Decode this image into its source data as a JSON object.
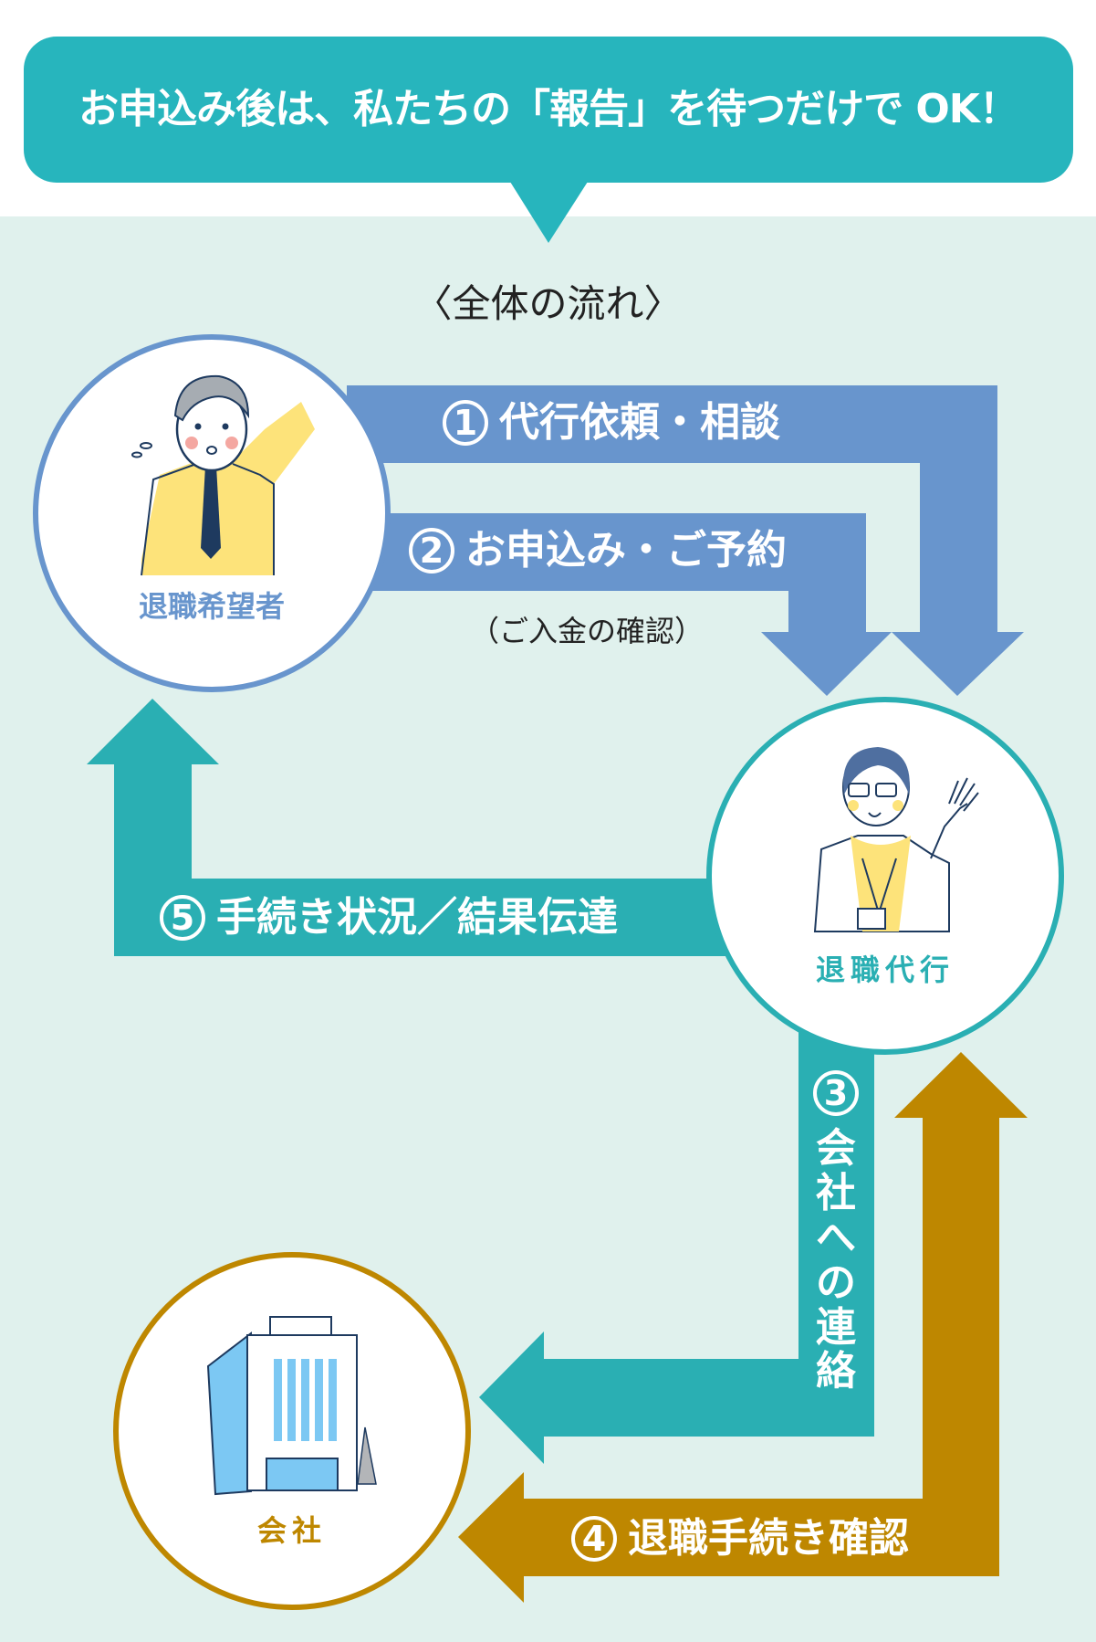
{
  "header": {
    "bubble_text": "お申込み後は、私たちの「報告」を待つだけで OK！"
  },
  "section_title": "〈全体の流れ〉",
  "nodes": {
    "applicant": {
      "label": "退職希望者",
      "icon": "worried-businessman-icon"
    },
    "agency": {
      "label": "退職代行",
      "icon": "waving-staff-woman-icon"
    },
    "company": {
      "label": "会社",
      "icon": "office-building-icon"
    }
  },
  "steps": [
    {
      "num": "1",
      "label": "代行依頼・相談"
    },
    {
      "num": "2",
      "label": "お申込み・ご予約",
      "note": "（ご入金の確認）"
    },
    {
      "num": "3",
      "label_chars": [
        "会",
        "社",
        "へ",
        "の",
        "連",
        "絡"
      ]
    },
    {
      "num": "4",
      "label": "退職手続き確認"
    },
    {
      "num": "5",
      "label": "手続き状況／結果伝達"
    }
  ],
  "colors": {
    "bubble": "#27b5bd",
    "background": "#e0f1ed",
    "blue": "#6895cd",
    "teal": "#2aafb3",
    "gold": "#be8700"
  }
}
